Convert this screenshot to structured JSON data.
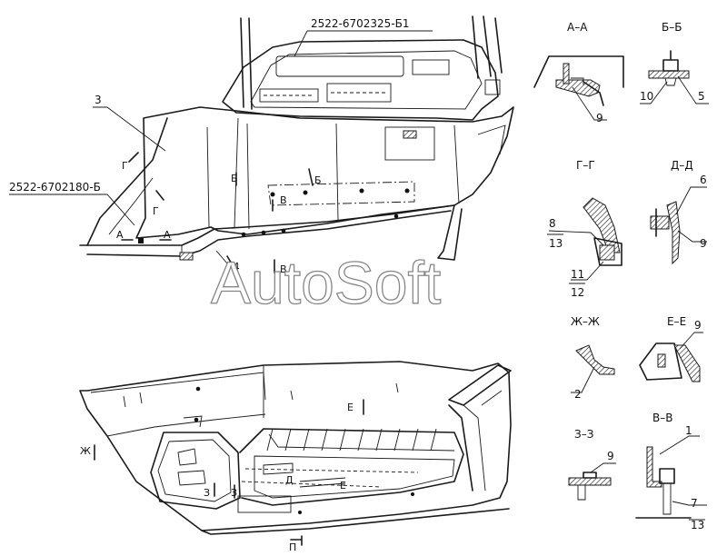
{
  "drawing": {
    "part_numbers": {
      "top": "2522-6702325-Б1",
      "left": "2522-6702180-Б"
    },
    "watermark": "AutoSoft",
    "section_titles": {
      "aa": "А–А",
      "bb": "Б–Б",
      "gg": "Г–Г",
      "dd": "Д–Д",
      "zhzh": "Ж–Ж",
      "ee": "Е–Е",
      "zz": "З–З",
      "vv": "В–В"
    },
    "cut_letters": {
      "a": "А",
      "b": "Б",
      "v": "В",
      "g": "Г",
      "d": "Д",
      "e": "Е",
      "zh": "Ж",
      "z": "З",
      "p": "П"
    },
    "positions": {
      "p1": "1",
      "p2": "2",
      "p3": "3",
      "p4": "4",
      "p5": "5",
      "p6": "6",
      "p7": "7",
      "p8": "8",
      "p9": "9",
      "p10": "10",
      "p11": "11",
      "p12": "12",
      "p13": "13"
    }
  }
}
